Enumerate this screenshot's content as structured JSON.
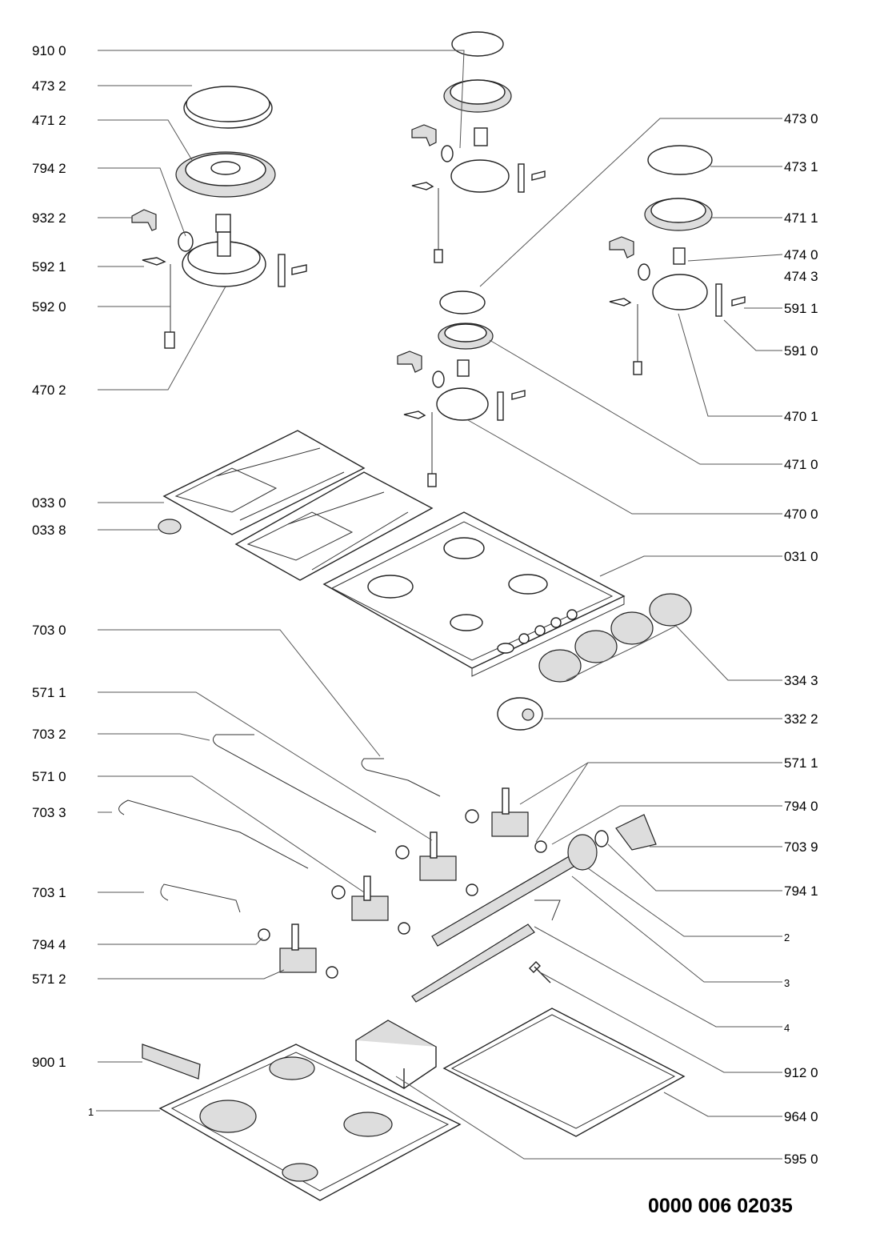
{
  "diagram": {
    "type": "exploded parts diagram",
    "drawing_code": "0000 006 02035",
    "left_labels": [
      "910 0",
      "473 2",
      "471 2",
      "794 2",
      "932 2",
      "592 1",
      "592 0",
      "470 2",
      "033 0",
      "033 8",
      "703 0",
      "571 1",
      "703 2",
      "571 0",
      "703 3",
      "703 1",
      "794 4",
      "571 2",
      "900 1",
      "1"
    ],
    "right_labels": [
      "473 0",
      "473 1",
      "471 1",
      "474 0",
      "474 3",
      "591 1",
      "591 0",
      "470 1",
      "471 0",
      "470 0",
      "031 0",
      "334 3",
      "332 2",
      "571 1",
      "794 0",
      "703 9",
      "794 1",
      "2",
      "3",
      "4",
      "912 0",
      "964 0",
      "595 0"
    ]
  }
}
